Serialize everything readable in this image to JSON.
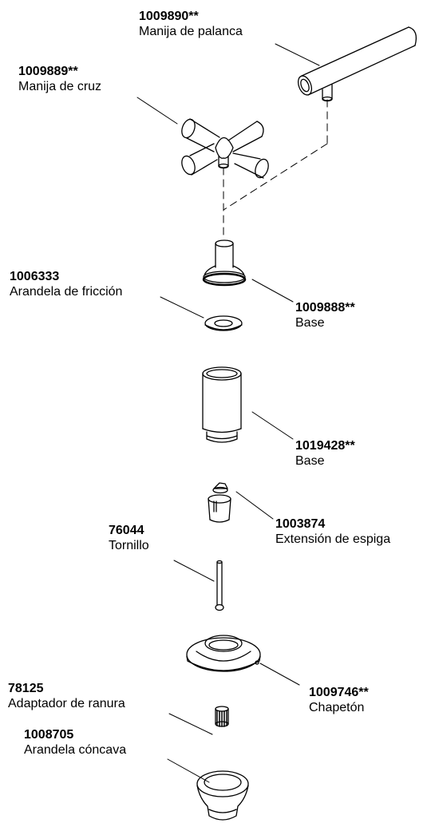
{
  "parts": {
    "lever_handle": {
      "number": "1009890**",
      "name": "Manija de palanca"
    },
    "cross_handle": {
      "number": "1009889**",
      "name": "Manija de cruz"
    },
    "friction_washer": {
      "number": "1006333",
      "name": "Arandela de fricción"
    },
    "base_small": {
      "number": "1009888**",
      "name": "Base"
    },
    "base_large": {
      "number": "1019428**",
      "name": "Base"
    },
    "stem_extension": {
      "number": "1003874",
      "name": "Extensión de espiga"
    },
    "screw": {
      "number": "76044",
      "name": "Tornillo"
    },
    "escutcheon": {
      "number": "1009746**",
      "name": "Chapetón"
    },
    "spline_adapter": {
      "number": "78125",
      "name": "Adaptador de ranura"
    },
    "concave_washer": {
      "number": "1008705",
      "name": "Arandela cóncava"
    }
  }
}
